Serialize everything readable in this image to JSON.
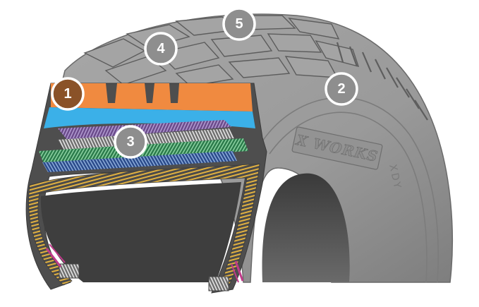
{
  "sidewall": {
    "brand_text": "X WORKS",
    "model_text": "XDY"
  },
  "callouts": [
    {
      "id": "1",
      "label": "1",
      "fill": "#8a5228"
    },
    {
      "id": "2",
      "label": "2",
      "fill": "#8e8e8e"
    },
    {
      "id": "3",
      "label": "3",
      "fill": "#8e8e8e"
    },
    {
      "id": "4",
      "label": "4",
      "fill": "#8e8e8e"
    },
    {
      "id": "5",
      "label": "5",
      "fill": "#8e8e8e"
    }
  ],
  "colors": {
    "rubber": "#9a9a9a",
    "rubber_dark": "#5a5a5a",
    "tread_layer": "#f08a40",
    "under_tread_layer": "#3bb0e8",
    "belt_purple": "#7a5a9a",
    "belt_green": "#3a9a5a",
    "belt_blue": "#3a6aaa",
    "carcass_ply": "#d8a83a",
    "bead": "#cfcfcf"
  }
}
